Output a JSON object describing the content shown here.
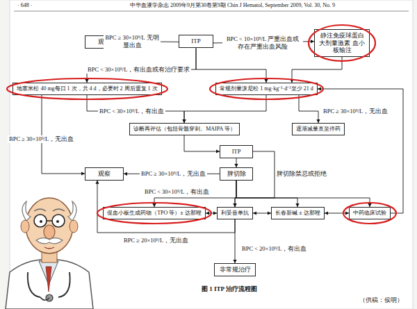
{
  "diagram": {
    "caption": "图 1 ITP 治疗流程图",
    "nodes": [
      {
        "text": [
          "观察"
        ]
      },
      {
        "text": [
          "ITP"
        ]
      },
      {
        "text": [
          "静注免疫球蛋白 大剂量激素 血小板输注"
        ]
      },
      {
        "text": [
          "地塞米松 40 mg每日 1 次，共 4 d，必要时 2 周后重复 1 次"
        ]
      },
      {
        "text": [
          "常规剂量泼尼松 1 mg·kg⁻¹·d⁻¹至少 21 d"
        ]
      },
      {
        "text": [
          "诊断再评估（包括骨髓穿刺、MAIPA 等）"
        ]
      },
      {
        "text": [
          "逐渐减量直至停药"
        ]
      },
      {
        "text": [
          "ITP"
        ]
      },
      {
        "text": [
          "观察"
        ]
      },
      {
        "text": [
          "脾切除"
        ]
      },
      {
        "text": [
          "促血小板生成药物（TPO 等）± 达那唑"
        ]
      },
      {
        "text": [
          "利妥昔单抗"
        ]
      },
      {
        "text": [
          "长春新碱 ± 达那唑"
        ]
      },
      {
        "text": [
          "中药临床试验"
        ]
      },
      {
        "text": [
          "非常规治疗"
        ]
      }
    ],
    "edges": [
      {
        "from": 1,
        "to": 0,
        "arrow": "to",
        "label": "BPC ≥ 30×10⁹/L 无明显出血"
      },
      {
        "from": 1,
        "to": 2,
        "arrow": "to",
        "label": "BPC < 10×10⁹/L 严重出血或存在严重出血风险"
      },
      {
        "from": 1,
        "to": 3,
        "arrow": "to",
        "label": "BPC < 30×10⁹/L，有出血或有治疗要求"
      },
      {
        "from": 1,
        "to": 4,
        "arrow": "to"
      },
      {
        "from": 2,
        "to": 4,
        "arrow": "to"
      },
      {
        "from": 3,
        "to": 8,
        "arrow": "to",
        "label": "BPC ≥ 30×10⁹/L，无出血"
      },
      {
        "from": 3,
        "to": 5,
        "arrow": "to",
        "label": "BPC < 30×10⁹/L，有出血"
      },
      {
        "from": 4,
        "to": 5,
        "arrow": "to"
      },
      {
        "from": 4,
        "to": 6,
        "arrow": "to",
        "label": "BPC ≥ 30×10⁹/L，无出血"
      },
      {
        "from": 5,
        "to": 7,
        "arrow": "to"
      },
      {
        "from": 7,
        "to": 9,
        "arrow": "to"
      },
      {
        "from": 9,
        "to": 8,
        "arrow": "to",
        "label": "BPC ≥ 30×10⁹/L，无出血"
      },
      {
        "from": 7,
        "to": 11,
        "arrow": "to",
        "label": "脾切除禁忌或拒绝"
      },
      {
        "from": 9,
        "to": 10,
        "arrow": "to",
        "label": "BPC < 30×10⁹/L，有出血"
      },
      {
        "from": 9,
        "to": 11,
        "arrow": "to"
      },
      {
        "from": 9,
        "to": 12,
        "arrow": "to"
      },
      {
        "from": 9,
        "to": 13,
        "arrow": "to"
      },
      {
        "from": 10,
        "to": 11,
        "arrow": "both"
      },
      {
        "from": 11,
        "to": 12,
        "arrow": "both"
      },
      {
        "from": 12,
        "to": 13,
        "arrow": "both"
      },
      {
        "from": 13,
        "to": 4,
        "arrow": "to"
      },
      {
        "from": 11,
        "to": 8,
        "arrow": "to",
        "label": "BPC ≥ 20×10⁹/L，无出血"
      },
      {
        "from": 11,
        "to": 14,
        "arrow": "to",
        "label": "BPC < 20×10⁹/L，有出血"
      }
    ],
    "labels": [
      "· 648 ·",
      "中华血液学杂志 2009年9月第30卷第9期 Chin J Hematol, September 2009, Vol. 30, No. 9",
      "（供稿：侯明）"
    ]
  }
}
